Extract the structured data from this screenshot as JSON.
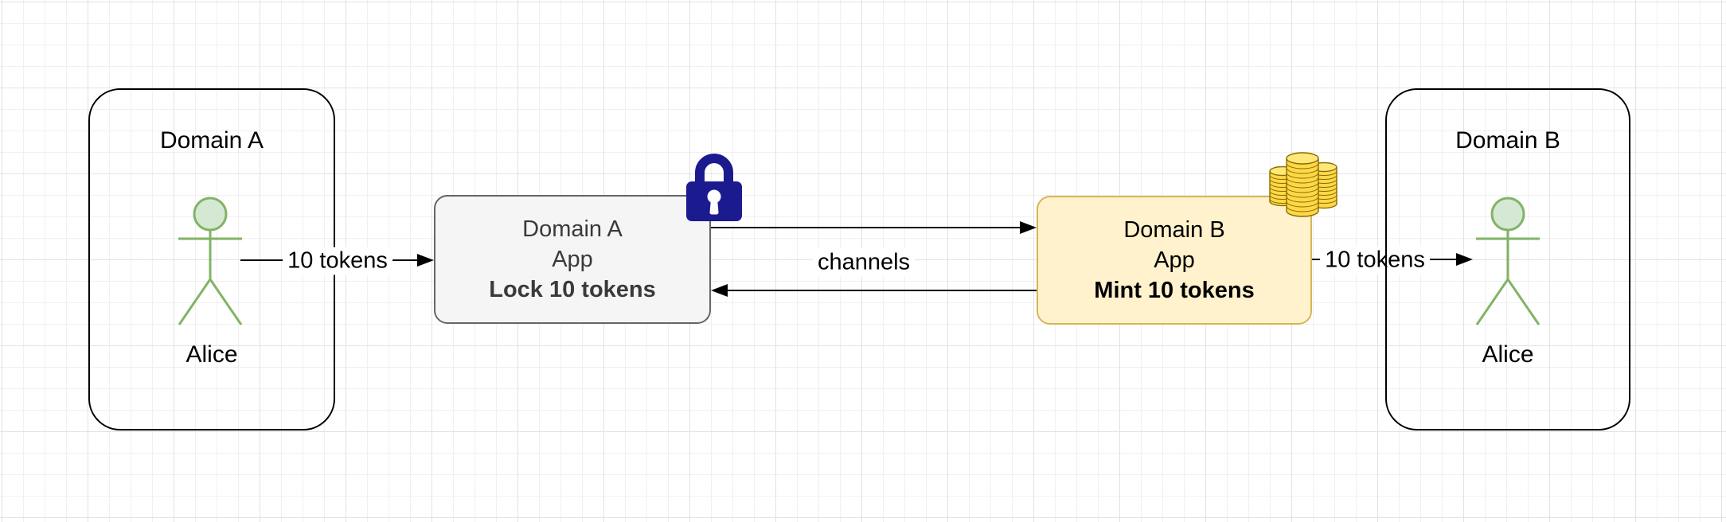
{
  "diagram": {
    "containers": {
      "a": {
        "title": "Domain A",
        "actor": "Alice"
      },
      "b": {
        "title": "Domain B",
        "actor": "Alice"
      }
    },
    "apps": {
      "a": {
        "line1": "Domain A",
        "line2": "App",
        "line3": "Lock 10 tokens"
      },
      "b": {
        "line1": "Domain B",
        "line2": "App",
        "line3": "Mint 10 tokens"
      }
    },
    "edges": {
      "tokens_left": "10 tokens",
      "channels": "channels",
      "tokens_right": "10 tokens"
    },
    "icons": {
      "lock": "lock-icon",
      "coins": "coins-icon",
      "actor_a": "stick-figure-icon",
      "actor_b": "stick-figure-icon"
    },
    "colors": {
      "app_a_fill": "#F5F5F5",
      "app_a_border": "#666666",
      "app_b_fill": "#FFF2CC",
      "app_b_border": "#D6B656",
      "actor_stroke": "#82B366",
      "actor_head_fill": "#D5E8D4",
      "lock_blue": "#1B1B8F",
      "coin_gold": "#FFD847",
      "edge_color": "#000000",
      "grid_minor": "#F0F0F0",
      "grid_major": "#E2E2E2"
    }
  }
}
